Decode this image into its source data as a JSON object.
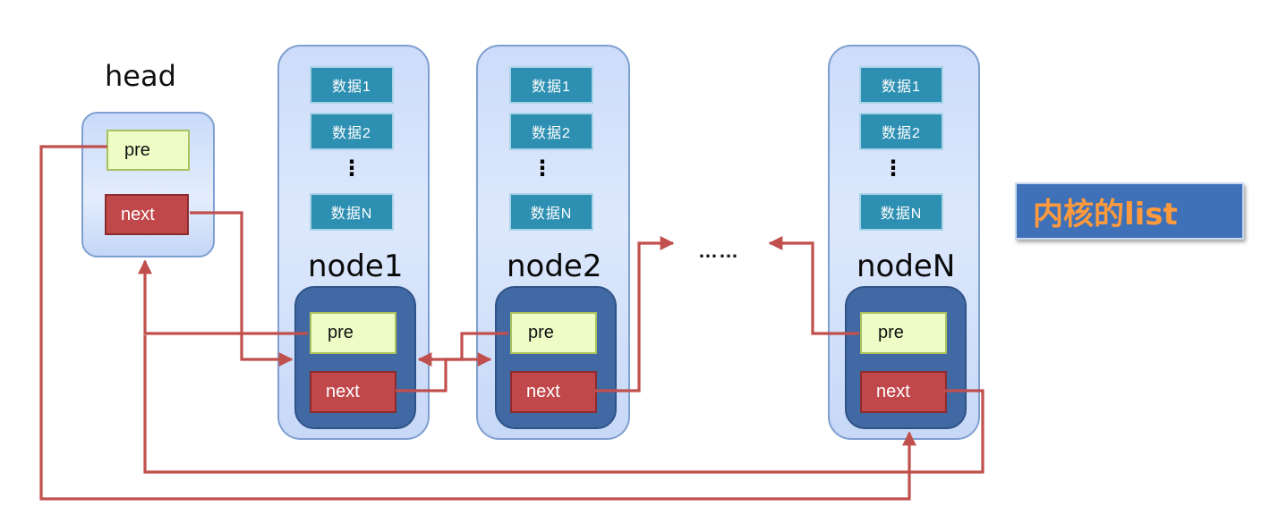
{
  "head": {
    "label": "head",
    "pre": "pre",
    "next": "next"
  },
  "nodes": [
    {
      "label": "node1",
      "data": [
        "数据1",
        "数据2",
        "⋮",
        "数据N"
      ],
      "pre": "pre",
      "next": "next"
    },
    {
      "label": "node2",
      "data": [
        "数据1",
        "数据2",
        "⋮",
        "数据N"
      ],
      "pre": "pre",
      "next": "next"
    },
    {
      "label": "nodeN",
      "data": [
        "数据1",
        "数据2",
        "⋮",
        "数据N"
      ],
      "pre": "pre",
      "next": "next"
    }
  ],
  "ellipsis": "……",
  "title": "内核的list",
  "colors": {
    "link": "#c0504d",
    "data_fill": "#2d8fb2",
    "pre_fill": "#eefcc5",
    "next_fill": "#c0474a",
    "inner_fill": "#4169a3",
    "title_bg": "#3f71b8",
    "title_text": "#ff9a3c"
  }
}
